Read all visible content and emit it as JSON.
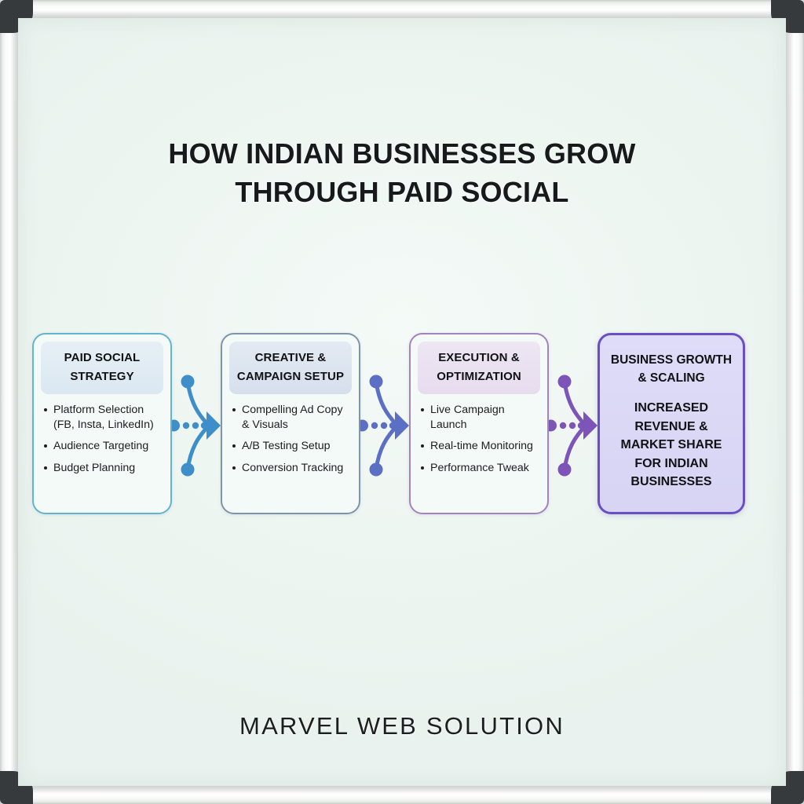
{
  "title": "HOW INDIAN BUSINESSES GROW THROUGH PAID SOCIAL",
  "title_line1": "HOW INDIAN BUSINESSES GROW",
  "title_line2": "THROUGH PAID SOCIAL",
  "footer": "MARVEL WEB SOLUTION",
  "colors": {
    "board_surface": "#edf5f1",
    "frame": "#e4e7e5",
    "corner_bracket": "#373a3c",
    "node1_border": "#62b4cf",
    "node2_border": "#7e94ad",
    "node3_border": "#a482c0",
    "node4_border": "#6a4fc4",
    "node4_fill": "#dcd9f6",
    "arrow1": "#3e8ec9",
    "arrow2": "#5b6fc4",
    "arrow3": "#7d55b8",
    "text": "#101214"
  },
  "nodes": [
    {
      "id": "paid-social-strategy",
      "heading_line1": "PAID SOCIAL",
      "heading_line2": "STRATEGY",
      "bullets": [
        "Platform Selection (FB, Insta, LinkedIn)",
        "Audience Targeting",
        "Budget Planning"
      ]
    },
    {
      "id": "creative-campaign-setup",
      "heading_line1": "CREATIVE &",
      "heading_line2": "CAMPAIGN SETUP",
      "bullets": [
        "Compelling Ad Copy & Visuals",
        "A/B Testing Setup",
        "Conversion Tracking"
      ]
    },
    {
      "id": "execution-optimization",
      "heading_line1": "EXECUTION &",
      "heading_line2": "OPTIMIZATION",
      "bullets": [
        "Live Campaign Launch",
        "Real-time Monitoring",
        "Performance Tweak"
      ]
    },
    {
      "id": "business-growth-scaling",
      "outcome_primary": "BUSINESS GROWTH & SCALING",
      "outcome_secondary": "INCREASED REVENUE & MARKET SHARE FOR INDIAN BUSINESSES"
    }
  ],
  "connectors": [
    {
      "id": "connector-1-to-2",
      "icon": "converging-arrow-icon",
      "color": "#3e8ec9"
    },
    {
      "id": "connector-2-to-3",
      "icon": "converging-arrow-icon",
      "color": "#5b6fc4"
    },
    {
      "id": "connector-3-to-4",
      "icon": "converging-arrow-icon",
      "color": "#7d55b8"
    }
  ]
}
